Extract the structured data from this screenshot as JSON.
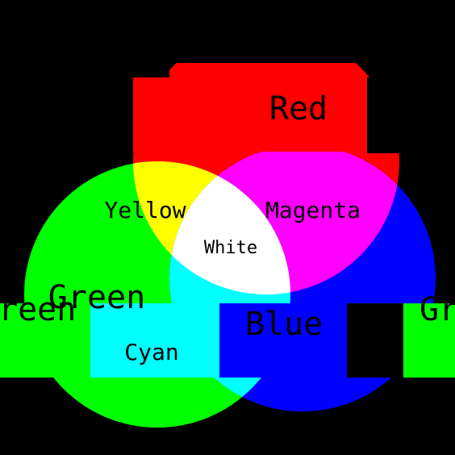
{
  "colors": {
    "background": "#000000",
    "red": "#ff0000",
    "green": "#00ff00",
    "blue": "#0000ff",
    "yellow": "#ffff00",
    "magenta": "#ff00ff",
    "cyan": "#00ffff",
    "white": "#ffffff"
  },
  "labels": {
    "red": "Red",
    "green": "Green",
    "blue": "Blue",
    "yellow": "Yellow",
    "magenta": "Magenta",
    "cyan": "Cyan",
    "white": "White",
    "green_fragment_left": "reen",
    "green_fragment_right": "Gr"
  }
}
